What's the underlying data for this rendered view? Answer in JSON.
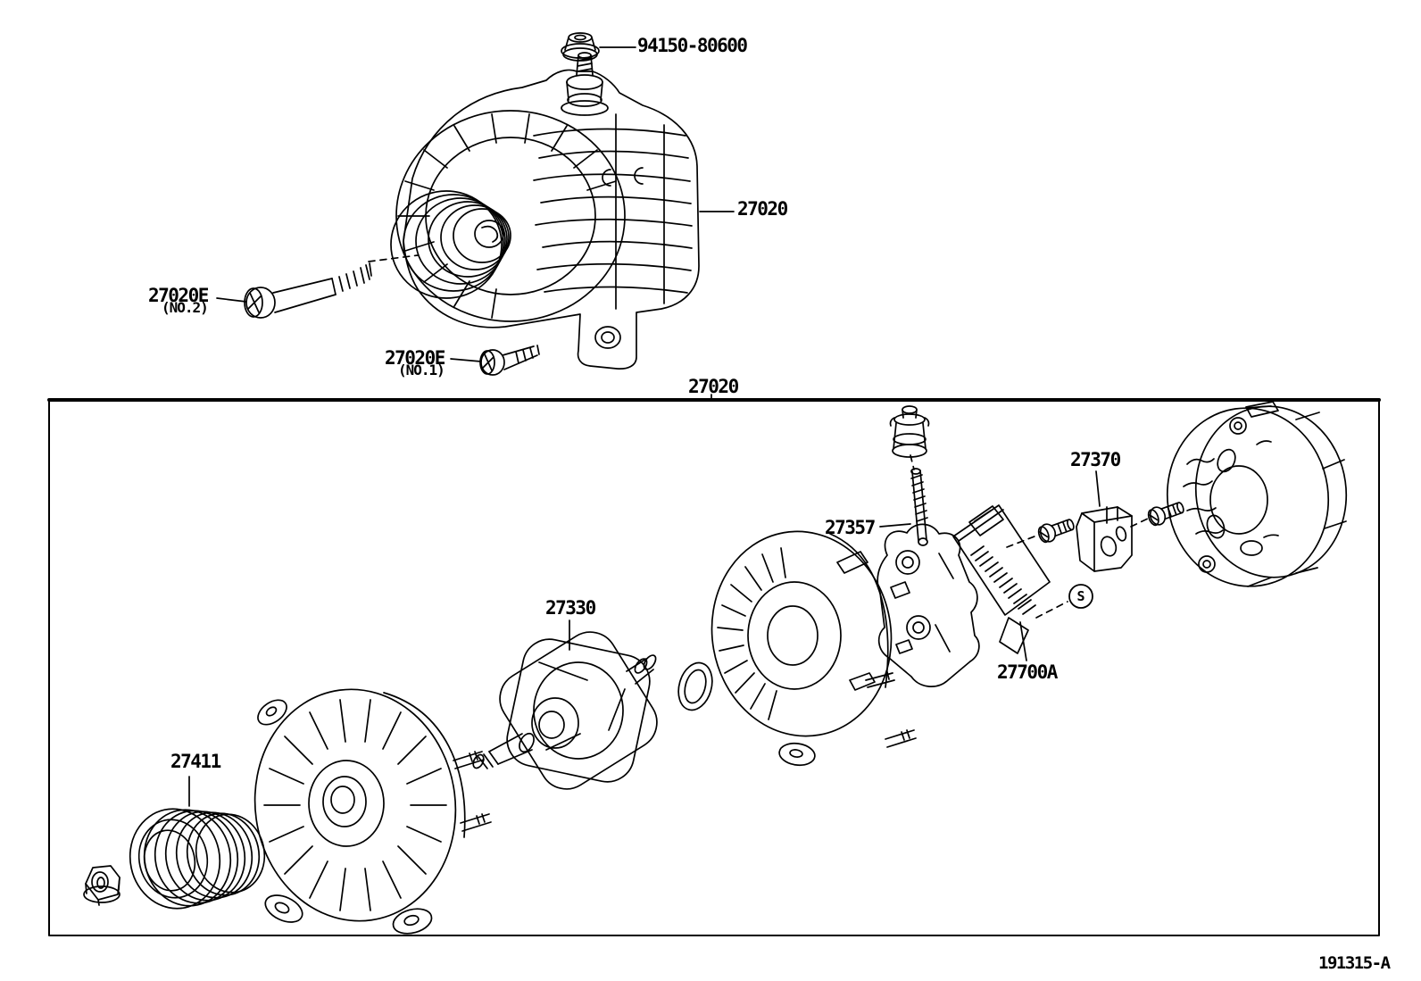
{
  "figure": {
    "code": "191315-A",
    "colors": {
      "line": "#000000",
      "background": "#ffffff"
    }
  },
  "top_view": {
    "labels": {
      "nut": "94150-80600",
      "assembly": "27020",
      "bolt_no2": "27020E",
      "bolt_no2_note": "(NO.2)",
      "bolt_no1": "27020E",
      "bolt_no1_note": "(NO.1)"
    }
  },
  "exploded_view": {
    "box_label": "27020",
    "labels": {
      "pulley": "27411",
      "rotor": "27330",
      "terminal_stud": "27357",
      "regulator": "27700A",
      "rectifier_cover": "27370",
      "screw_marker": "S"
    }
  }
}
